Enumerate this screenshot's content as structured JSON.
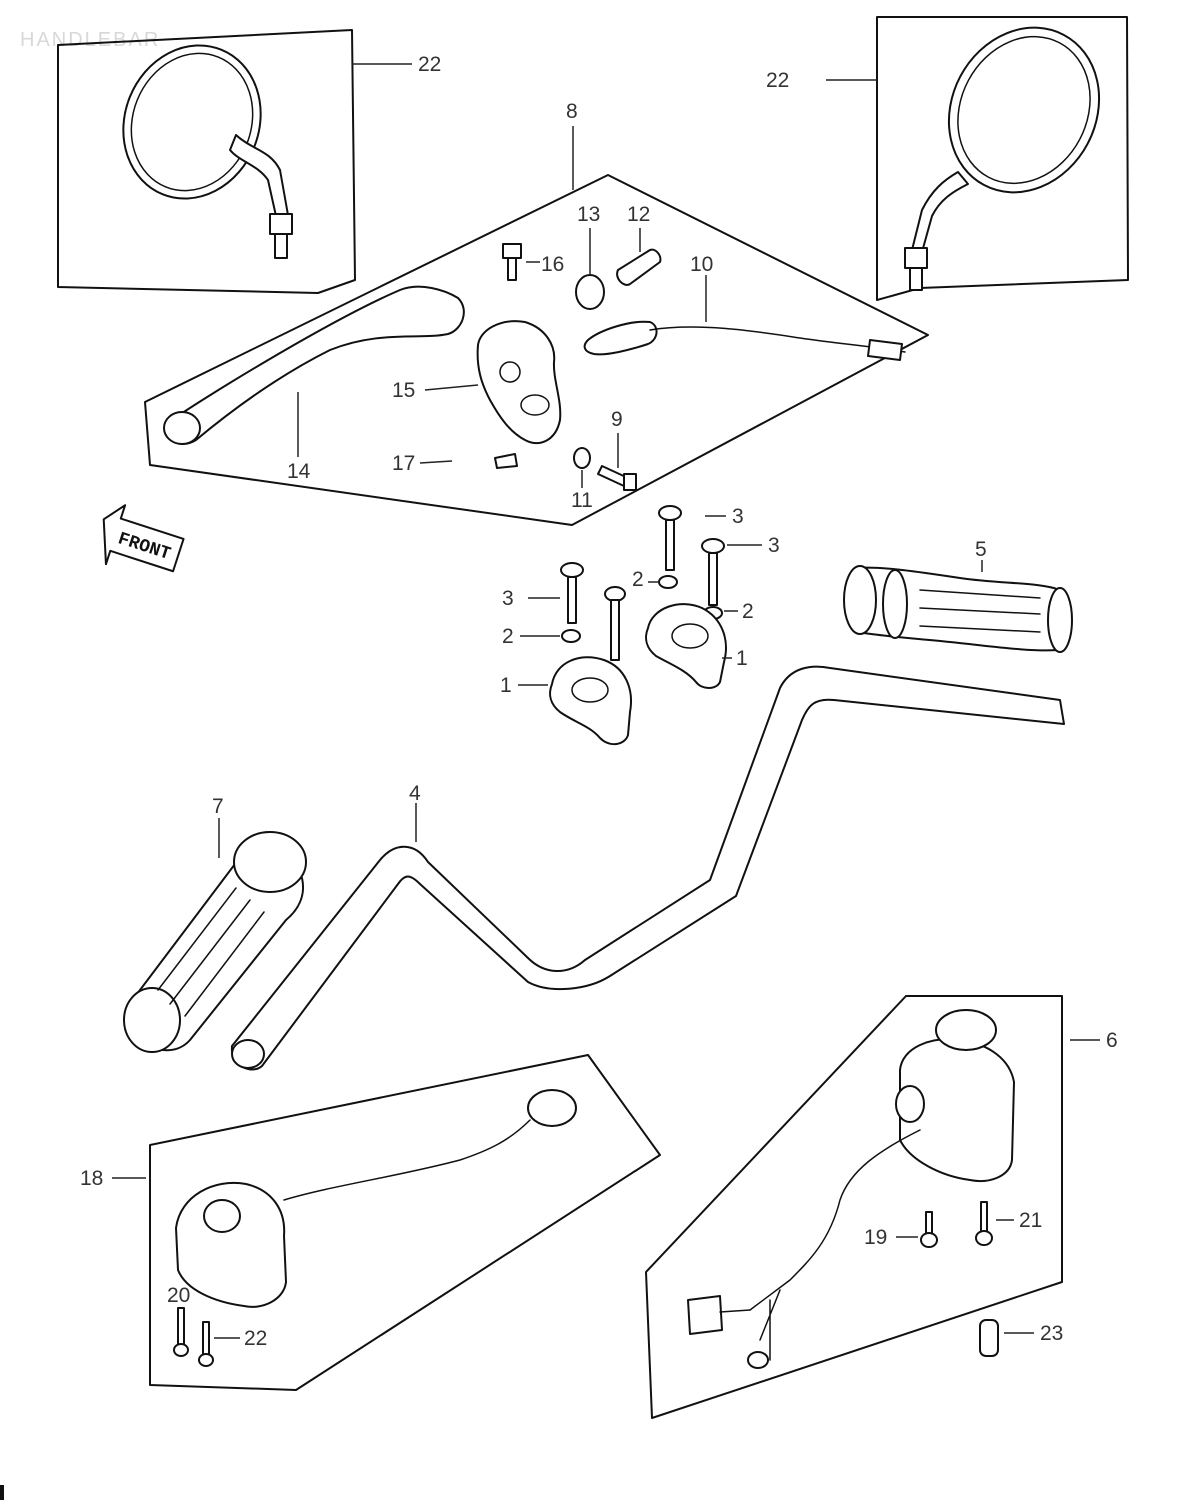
{
  "header": {
    "faint_title": "HANDLEBAR"
  },
  "front_arrow": {
    "label": "FRONT"
  },
  "callouts": [
    {
      "id": "mirror-left",
      "text": "22"
    },
    {
      "id": "mirror-right",
      "text": "22"
    },
    {
      "id": "lever-assy",
      "text": "8"
    },
    {
      "id": "lever-13",
      "text": "13"
    },
    {
      "id": "lever-12",
      "text": "12"
    },
    {
      "id": "lever-16",
      "text": "16"
    },
    {
      "id": "lever-10",
      "text": "10"
    },
    {
      "id": "lever-15",
      "text": "15"
    },
    {
      "id": "lever-9",
      "text": "9"
    },
    {
      "id": "lever-14",
      "text": "14"
    },
    {
      "id": "lever-17",
      "text": "17"
    },
    {
      "id": "lever-11",
      "text": "11"
    },
    {
      "id": "bolt-3a",
      "text": "3"
    },
    {
      "id": "bolt-3b",
      "text": "3"
    },
    {
      "id": "bolt-3c",
      "text": "3"
    },
    {
      "id": "washer-2a",
      "text": "2"
    },
    {
      "id": "washer-2b",
      "text": "2"
    },
    {
      "id": "washer-2c",
      "text": "2"
    },
    {
      "id": "holder-1a",
      "text": "1"
    },
    {
      "id": "holder-1b",
      "text": "1"
    },
    {
      "id": "grip-right",
      "text": "5"
    },
    {
      "id": "grip-left",
      "text": "7"
    },
    {
      "id": "handlebar",
      "text": "4"
    },
    {
      "id": "switch-right",
      "text": "6"
    },
    {
      "id": "screw-19",
      "text": "19"
    },
    {
      "id": "screw-21",
      "text": "21"
    },
    {
      "id": "cap-23",
      "text": "23"
    },
    {
      "id": "switch-left",
      "text": "18"
    },
    {
      "id": "screw-20",
      "text": "20"
    },
    {
      "id": "screw-22",
      "text": "22"
    }
  ]
}
